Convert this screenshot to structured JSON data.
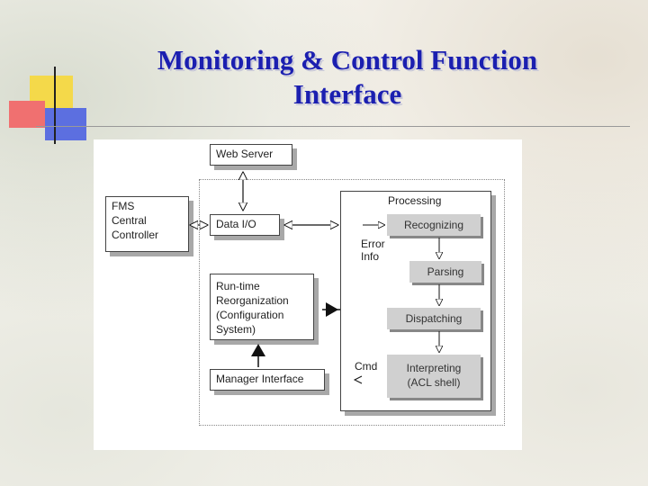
{
  "slide": {
    "title_line1": "Monitoring & Control Function",
    "title_line2": "Interface"
  },
  "diagram": {
    "web_server": "Web Server",
    "fms_line1": "FMS",
    "fms_line2": "Central",
    "fms_line3": "Controller",
    "data_io": "Data I/O",
    "runtime_line1": "Run-time",
    "runtime_line2": "Reorganization",
    "runtime_line3": "(Configuration",
    "runtime_line4": "System)",
    "manager_interface": "Manager Interface",
    "processing": "Processing",
    "recognizing": "Recognizing",
    "error_line1": "Error",
    "error_line2": "Info",
    "parsing": "Parsing",
    "dispatching": "Dispatching",
    "cmd_fragment": "Cmd",
    "interpreting_line1": "Interpreting",
    "interpreting_line2": "(ACL shell)"
  }
}
